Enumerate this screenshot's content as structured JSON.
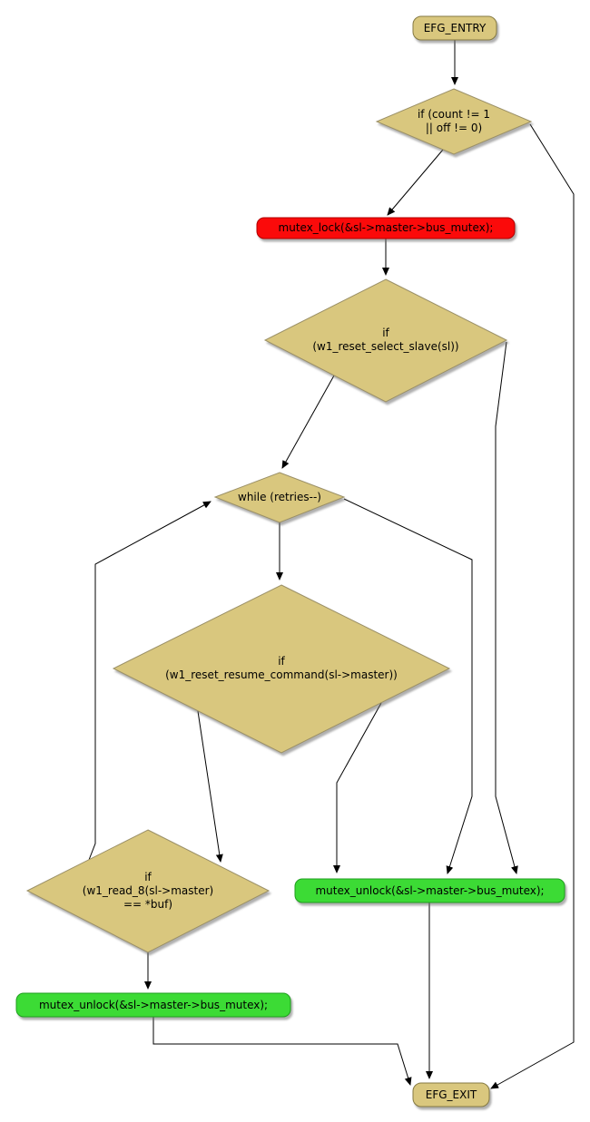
{
  "diagram": {
    "type": "control-flow-graph",
    "nodes": {
      "entry": {
        "label": "EFG_ENTRY",
        "kind": "terminal"
      },
      "cond_count": {
        "label": "if (count != 1\n|| off != 0)",
        "kind": "decision"
      },
      "mutex_lock": {
        "label": "mutex_lock(&sl->master->bus_mutex);",
        "kind": "action"
      },
      "cond_reset_select": {
        "label": "if\n(w1_reset_select_slave(sl))",
        "kind": "decision"
      },
      "loop_retries": {
        "label": "while (retries--)",
        "kind": "decision"
      },
      "cond_reset_resume": {
        "label": "if\n(w1_reset_resume_command(sl->master))",
        "kind": "decision"
      },
      "cond_read8": {
        "label": "if\n(w1_read_8(sl->master)\n== *buf)",
        "kind": "decision"
      },
      "mutex_unlock_loop": {
        "label": "mutex_unlock(&sl->master->bus_mutex);",
        "kind": "action"
      },
      "mutex_unlock_success": {
        "label": "mutex_unlock(&sl->master->bus_mutex);",
        "kind": "action"
      },
      "exit": {
        "label": "EFG_EXIT",
        "kind": "terminal"
      }
    },
    "edges": [
      {
        "from": "entry",
        "to": "cond_count"
      },
      {
        "from": "cond_count",
        "to": "mutex_lock"
      },
      {
        "from": "cond_count",
        "to": "exit"
      },
      {
        "from": "mutex_lock",
        "to": "cond_reset_select"
      },
      {
        "from": "cond_reset_select",
        "to": "loop_retries"
      },
      {
        "from": "cond_reset_select",
        "to": "mutex_unlock_loop"
      },
      {
        "from": "loop_retries",
        "to": "cond_reset_resume"
      },
      {
        "from": "loop_retries",
        "to": "mutex_unlock_loop"
      },
      {
        "from": "cond_reset_resume",
        "to": "cond_read8"
      },
      {
        "from": "cond_reset_resume",
        "to": "mutex_unlock_loop"
      },
      {
        "from": "cond_read8",
        "to": "mutex_unlock_success"
      },
      {
        "from": "cond_read8",
        "to": "loop_retries"
      },
      {
        "from": "mutex_unlock_success",
        "to": "exit"
      },
      {
        "from": "mutex_unlock_loop",
        "to": "exit"
      }
    ],
    "colors": {
      "decision_fill": "#d9c77e",
      "terminal_fill": "#d9c77e",
      "lock_fill": "#fb0a0a",
      "unlock_fill": "#3cdb35",
      "edge": "#000000"
    }
  }
}
